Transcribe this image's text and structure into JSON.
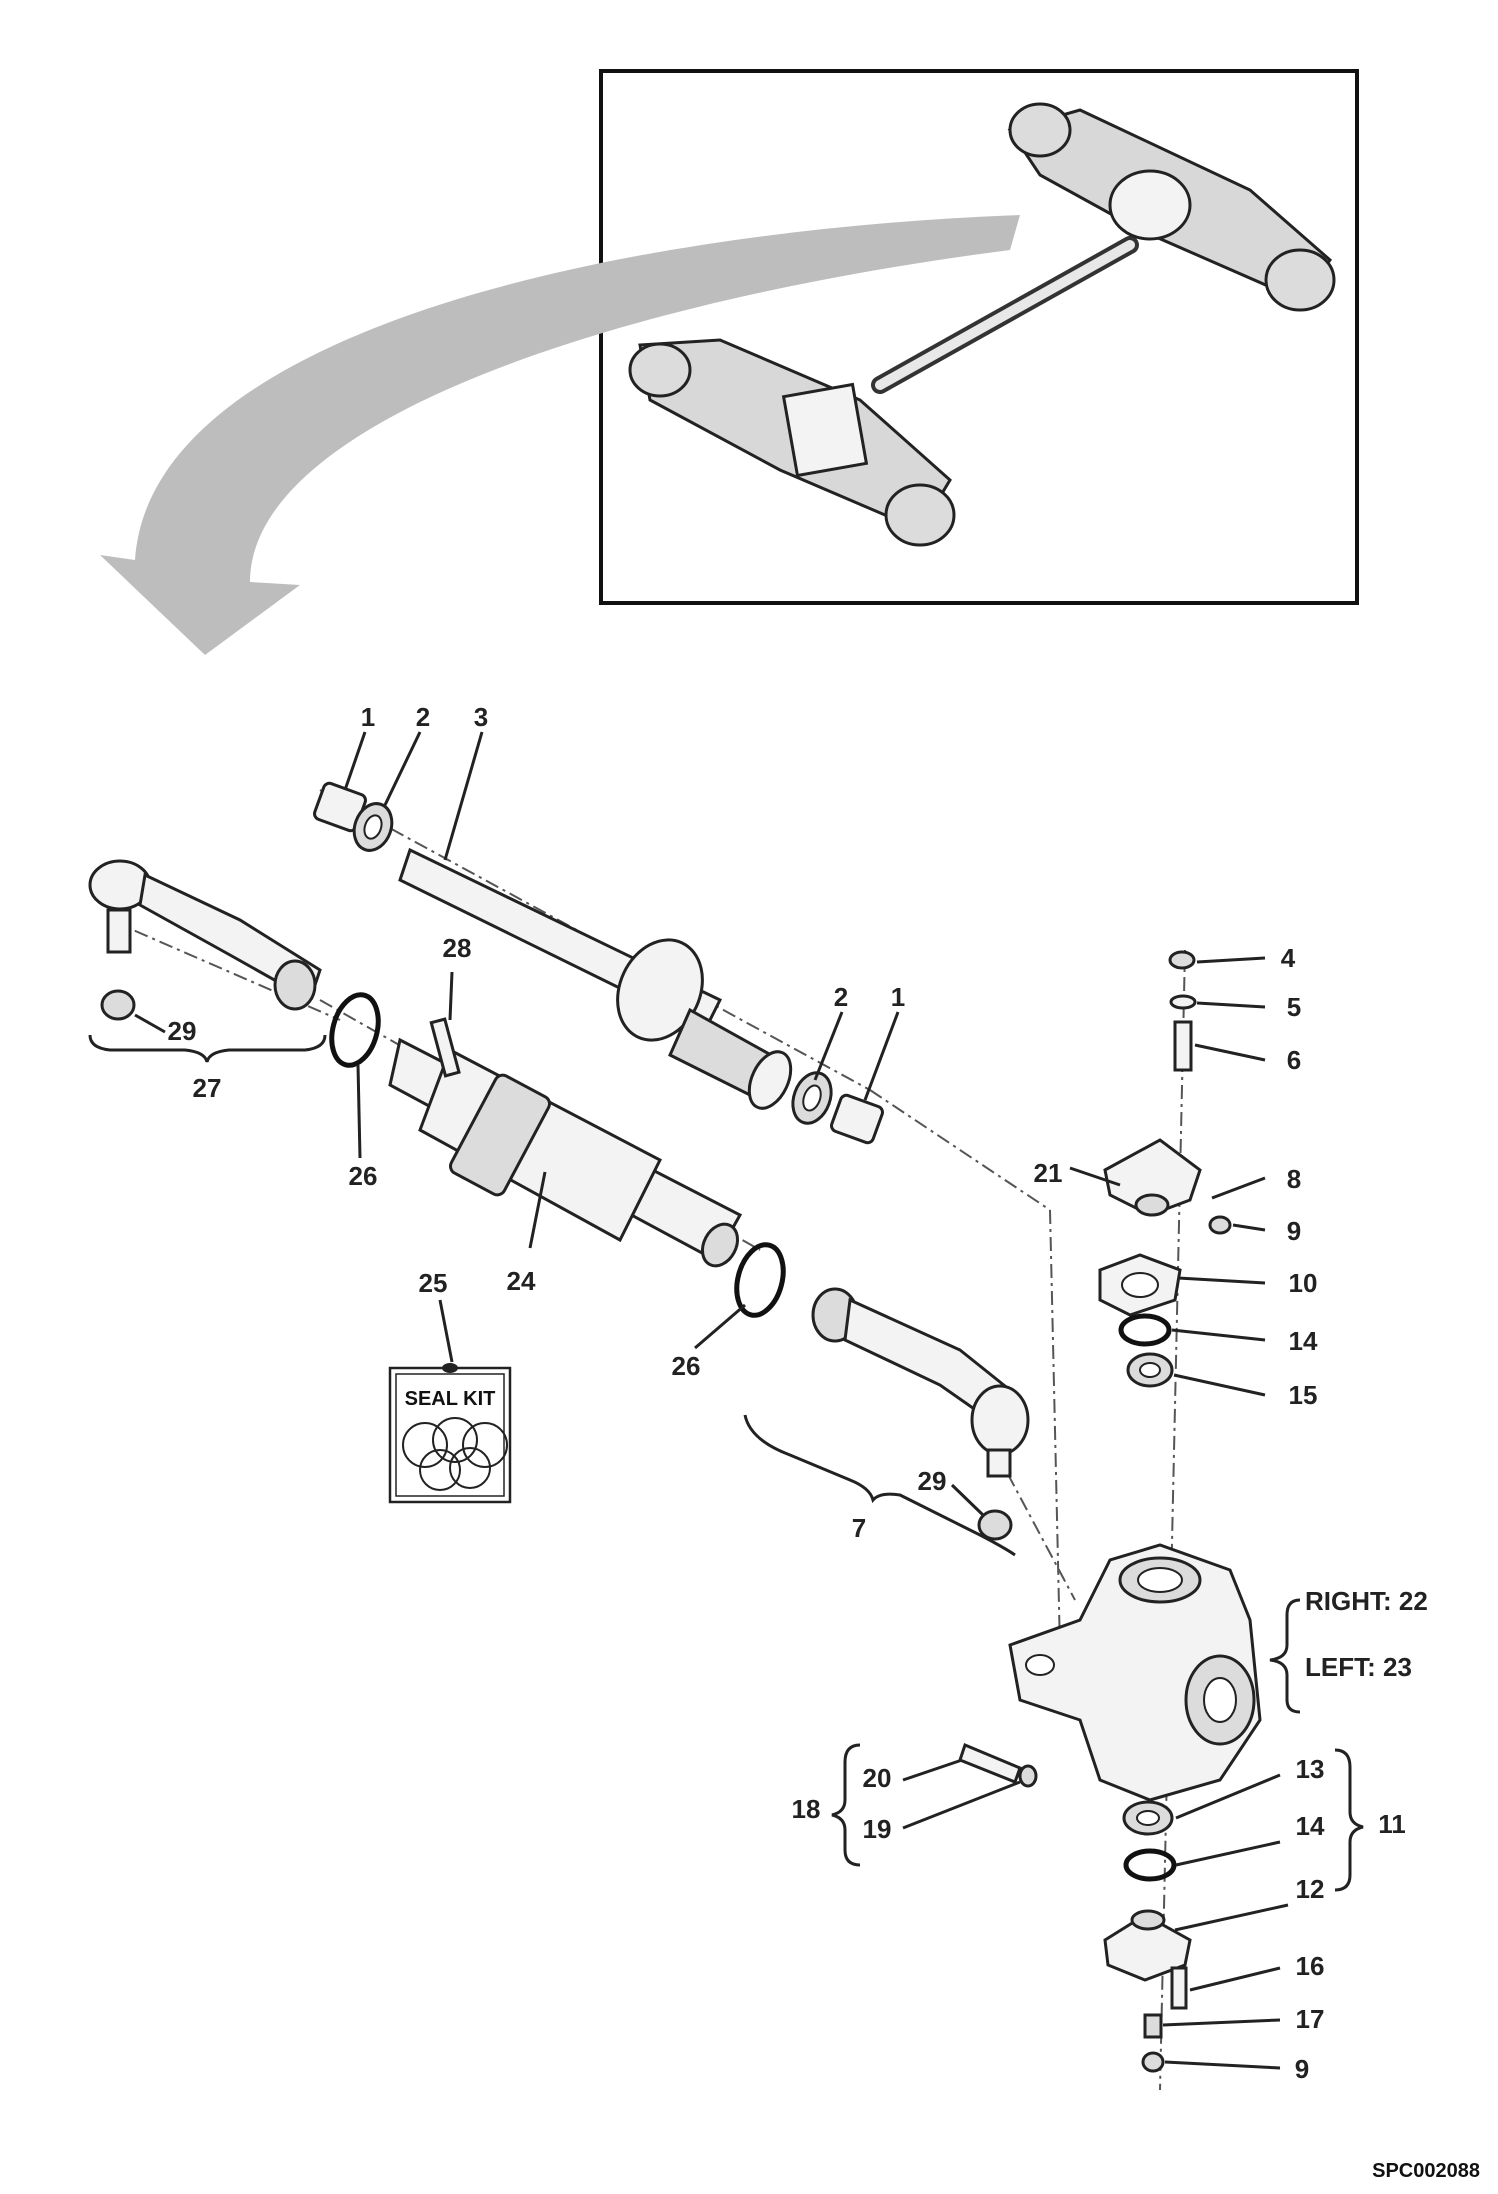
{
  "diagram": {
    "code": "SPC002088",
    "seal_kit_label": "SEAL KIT",
    "side_labels": {
      "right": "RIGHT: 22",
      "left": "LEFT: 23"
    },
    "callouts": {
      "c1a": "1",
      "c2a": "2",
      "c3": "3",
      "c28": "28",
      "c2b": "2",
      "c1b": "1",
      "c4": "4",
      "c5": "5",
      "c6": "6",
      "c21": "21",
      "c8": "8",
      "c9a": "9",
      "c10": "10",
      "c14a": "14",
      "c15": "15",
      "c29a": "29",
      "c27": "27",
      "c26a": "26",
      "c24": "24",
      "c25": "25",
      "c26b": "26",
      "c29b": "29",
      "c7": "7",
      "c20": "20",
      "c18": "18",
      "c19": "19",
      "c13": "13",
      "c14b": "14",
      "c11": "11",
      "c12": "12",
      "c16": "16",
      "c17": "17",
      "c9b": "9"
    }
  }
}
